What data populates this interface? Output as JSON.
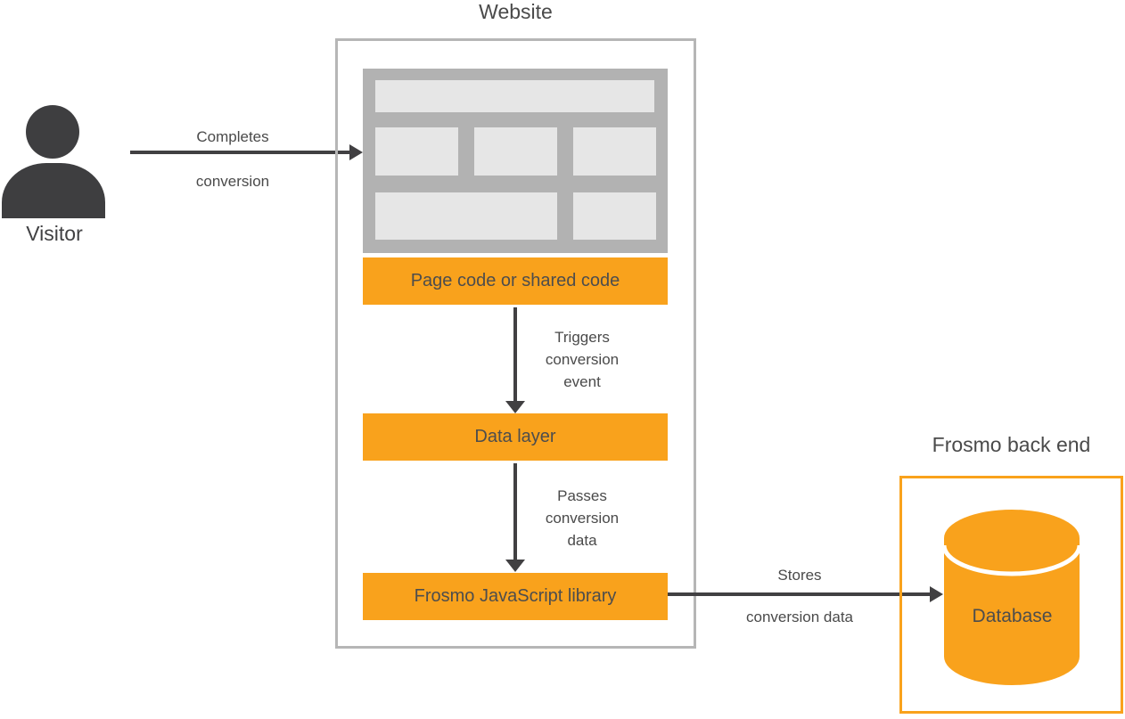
{
  "colors": {
    "accent_orange": "#f9a21c",
    "dark_gray": "#414042",
    "icon_gray": "#3e3e40",
    "border_gray": "#b6b6b6",
    "wireframe_bg": "#b2b2b2",
    "wireframe_block": "#e6e6e6",
    "text_gray": "#4a4a4a"
  },
  "visitor": {
    "label": "Visitor"
  },
  "website": {
    "title": "Website",
    "bars": {
      "page_code": "Page code or shared code",
      "data_layer": "Data layer",
      "js_library": "Frosmo JavaScript library"
    }
  },
  "backend": {
    "title": "Frosmo back end",
    "database_label": "Database"
  },
  "arrows": {
    "completes": {
      "line1": "Completes",
      "line2": "conversion"
    },
    "triggers": {
      "line1": "Triggers",
      "line2": "conversion",
      "line3": "event"
    },
    "passes": {
      "line1": "Passes",
      "line2": "conversion",
      "line3": "data"
    },
    "stores": {
      "line1": "Stores",
      "line2": "conversion data"
    }
  }
}
